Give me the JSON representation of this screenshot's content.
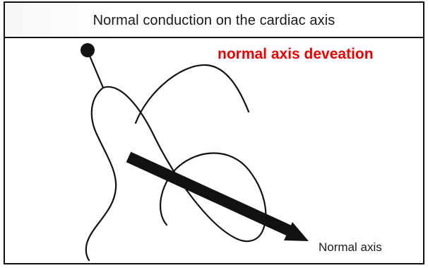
{
  "diagram": {
    "title": "Normal conduction on the cardiac axis",
    "annotation": "normal axis deveation",
    "annotation_color": "#ee0000",
    "arrow_label": "Normal axis"
  },
  "icons": [
    "sa-node-dot",
    "conduction-pathway-lines",
    "axis-arrow"
  ]
}
